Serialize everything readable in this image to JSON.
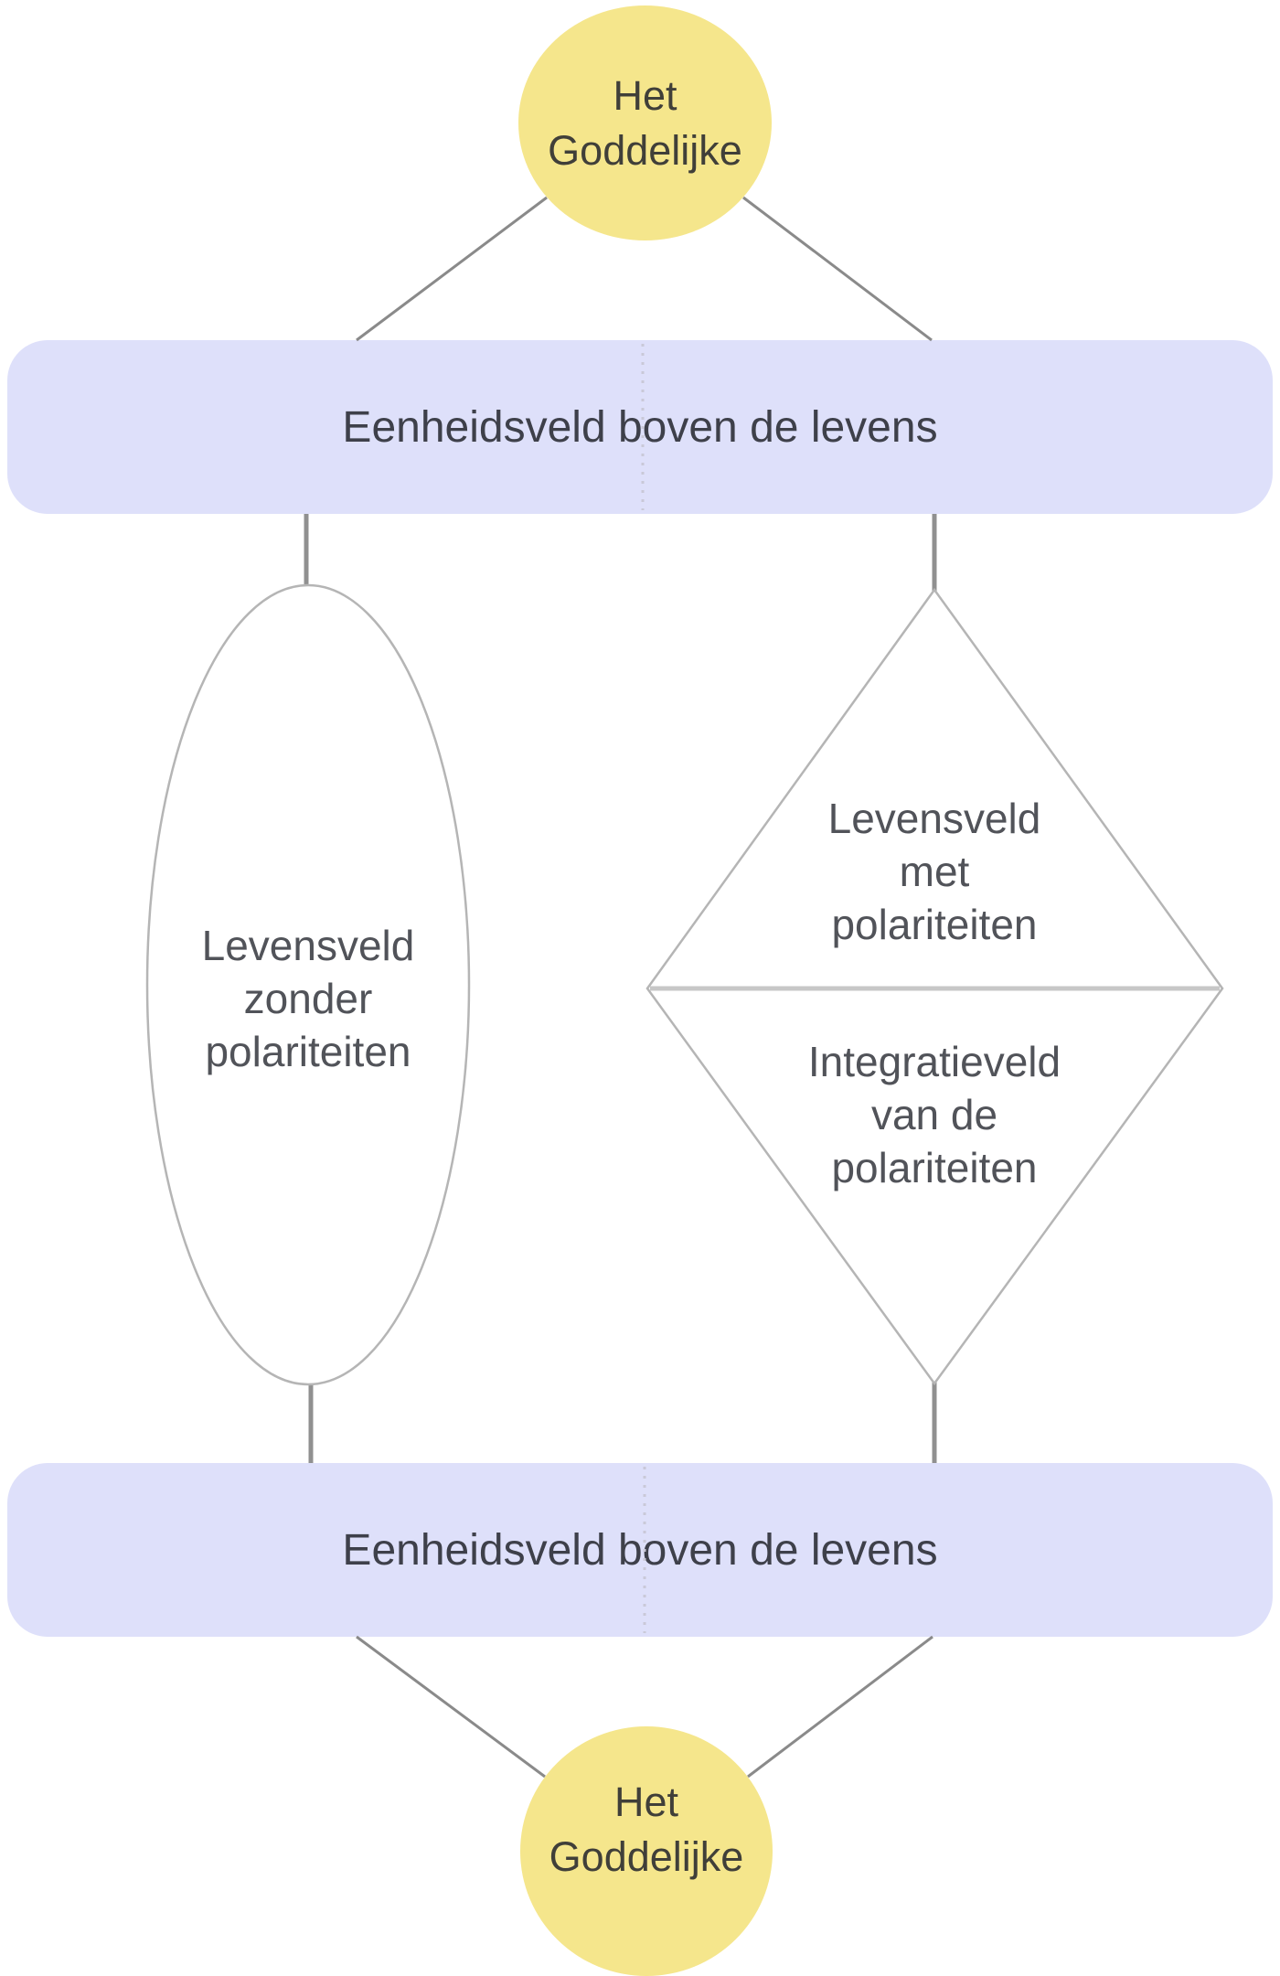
{
  "nodes": {
    "divine_top": {
      "lines": [
        "Het",
        "Goddelijke"
      ]
    },
    "unity_top": {
      "label": "Eenheidsveld boven de levens"
    },
    "life_without": {
      "lines": [
        "Levensveld",
        "zonder",
        "polariteiten"
      ]
    },
    "life_with": {
      "lines": [
        "Levensveld",
        "met",
        "polariteiten"
      ]
    },
    "integration": {
      "lines": [
        "Integratieveld",
        "van de",
        "polariteiten"
      ]
    },
    "unity_bottom": {
      "label": "Eenheidsveld boven de levens"
    },
    "divine_bottom": {
      "lines": [
        "Het",
        "Goddelijke"
      ]
    }
  },
  "colors": {
    "circle_fill": "#F5E68C",
    "circle_text": "#403F39",
    "band_fill": "#DEE0FA",
    "band_text": "#3E404A",
    "shape_text": "#515359",
    "shape_stroke": "#B5B5B5",
    "connector_color": "#909090",
    "diagonal_color": "#8A8A8A",
    "divider_color": "#C7C7C7",
    "dash_color": "#C9C9D8"
  }
}
